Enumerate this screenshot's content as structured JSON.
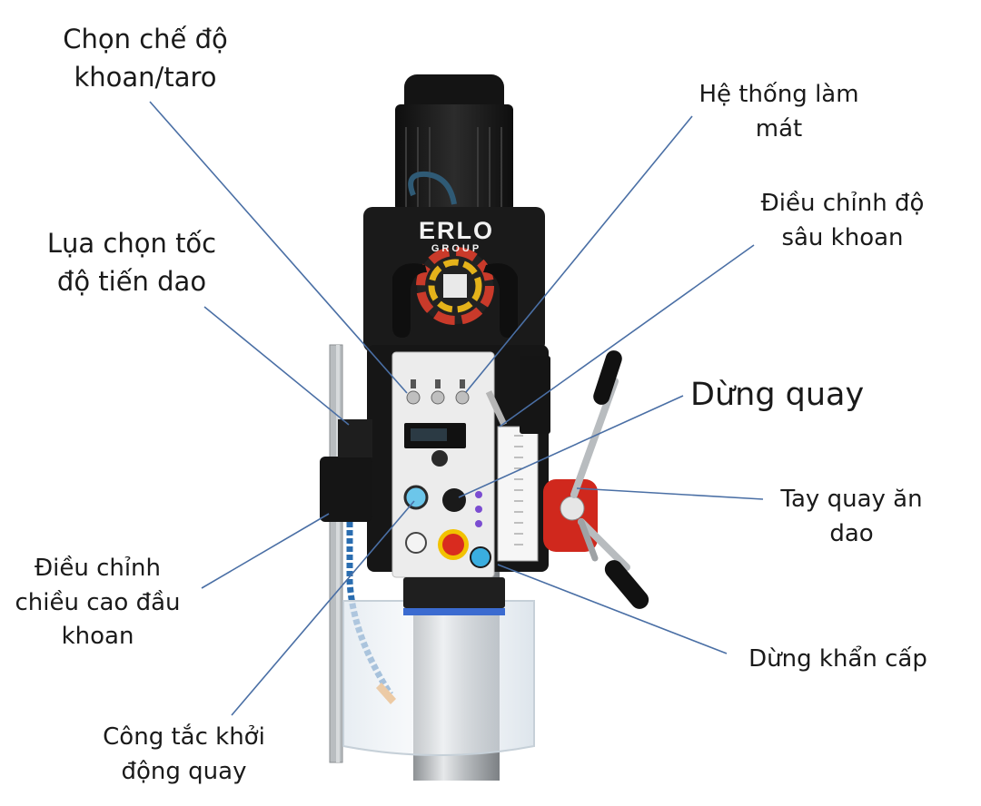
{
  "labels": {
    "drill_tap_mode": [
      "Chọn chế độ",
      "khoan/taro"
    ],
    "feed_speed": [
      "Lụa chọn tốc",
      "độ tiến dao"
    ],
    "head_height": [
      "Điều chỉnh",
      "chiều cao đầu",
      "khoan"
    ],
    "spindle_start": [
      "Công tắc khởi",
      "động quay"
    ],
    "coolant": [
      "Hệ thống làm",
      "mát"
    ],
    "drill_depth": [
      "Điều chỉnh độ",
      "sâu khoan"
    ],
    "stop_spindle": "Dừng quay",
    "feed_handle": [
      "Tay quay ăn",
      "dao"
    ],
    "emergency_stop": "Dừng khẩn cấp"
  },
  "machine": {
    "brand_line1": "ERLO",
    "brand_line2": "GROUP"
  },
  "colors": {
    "leader_line": "#4a6fa5",
    "machine_body": "#1c1c1c",
    "panel": "#ececec",
    "emergency_red": "#d92b1f",
    "emergency_yellow": "#f2c200",
    "start_blue": "#6cc6ea",
    "handle_red": "#d0281d"
  }
}
